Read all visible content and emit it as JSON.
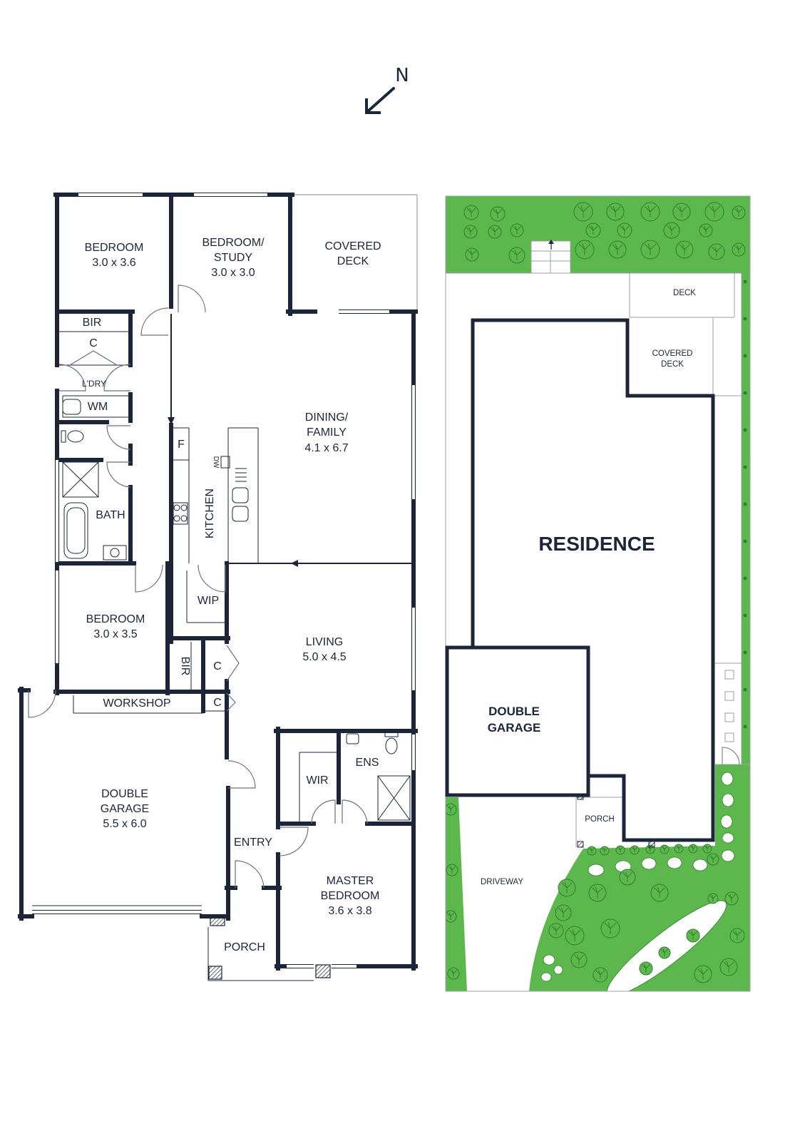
{
  "compass": {
    "north_label": "N"
  },
  "floor_plan": {
    "bedroom_1": {
      "name": "BEDROOM",
      "size": "3.0 x 3.6"
    },
    "bedroom_study": {
      "name_line1": "BEDROOM/",
      "name_line2": "STUDY",
      "size": "3.0 x 3.0"
    },
    "covered_deck": {
      "line1": "COVERED",
      "line2": "DECK"
    },
    "bir_1": "BIR",
    "cupboard_1": "C",
    "laundry": "L'DRY",
    "wm": "WM",
    "fridge": "F",
    "dishwasher": "DW",
    "dining_family": {
      "name_line1": "DINING/",
      "name_line2": "FAMILY",
      "size": "4.1 x 6.7"
    },
    "bath": "BATH",
    "kitchen": "KITCHEN",
    "wip": "WIP",
    "bedroom_2": {
      "name": "BEDROOM",
      "size": "3.0 x 3.5"
    },
    "bir_2": "BIR",
    "cupboard_2": "C",
    "living": {
      "name": "LIVING",
      "size": "5.0 x 4.5"
    },
    "workshop": "WORKSHOP",
    "cupboard_3": "C",
    "ensuite": "ENS",
    "wir": "WIR",
    "double_garage": {
      "name_line1": "DOUBLE",
      "name_line2": "GARAGE",
      "size": "5.5 x 6.0"
    },
    "entry": "ENTRY",
    "master_bedroom": {
      "name_line1": "MASTER",
      "name_line2": "BEDROOM",
      "size": "3.6 x 3.8"
    },
    "porch": "PORCH"
  },
  "site_plan": {
    "deck": "DECK",
    "covered_deck": {
      "line1": "COVERED",
      "line2": "DECK"
    },
    "residence": "RESIDENCE",
    "double_garage": {
      "line1": "DOUBLE",
      "line2": "GARAGE"
    },
    "porch": "PORCH",
    "driveway": "DRIVEWAY"
  },
  "colors": {
    "walls": "#1c2638",
    "thin_lines": "#9aa0a6",
    "door_arcs": "#6b7280",
    "garden": "#5cb84c",
    "tree_outline": "#2f7d2b"
  }
}
